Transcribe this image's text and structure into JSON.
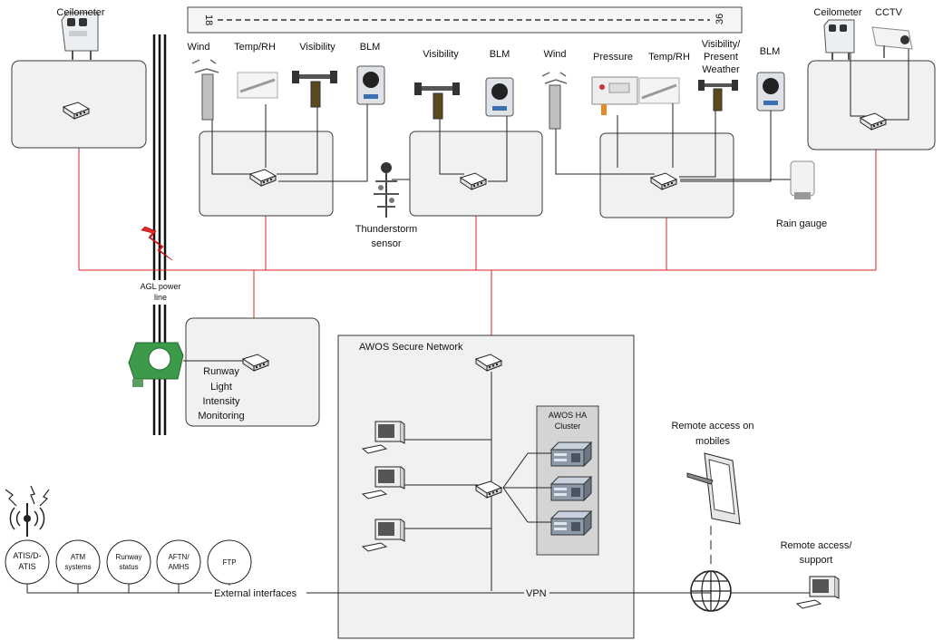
{
  "runway": {
    "left_number": "18",
    "right_number": "36"
  },
  "sensor_labels": {
    "ceilometer_left": "Ceilometer",
    "wind_1": "Wind",
    "temp_rh_1": "Temp/RH",
    "visibility_1": "Visibility",
    "blm_1": "BLM",
    "visibility_2": "Visibility",
    "blm_2": "BLM",
    "wind_2": "Wind",
    "pressure": "Pressure",
    "temp_rh_2": "Temp/RH",
    "vis_pw_line1": "Visibility/",
    "vis_pw_line2": "Present",
    "vis_pw_line3": "Weather",
    "blm_3": "BLM",
    "ceilometer_right": "Ceilometer",
    "cctv": "CCTV",
    "thunder_line1": "Thunderstorm",
    "thunder_line2": "sensor",
    "rain_gauge": "Rain gauge"
  },
  "power": {
    "line1": "AGL power",
    "line2": "line"
  },
  "rlim": {
    "line1": "Runway",
    "line2": "Light",
    "line3": "Intensity",
    "line4": "Monitoring"
  },
  "network": {
    "title": "AWOS Secure Network",
    "cluster_line1": "AWOS HA",
    "cluster_line2": "Cluster"
  },
  "remote": {
    "mobile_line1": "Remote access on",
    "mobile_line2": "mobiles",
    "support_line1": "Remote access/",
    "support_line2": "support",
    "vpn": "VPN"
  },
  "interfaces": {
    "label": "External interfaces",
    "atis_line1": "ATIS/D-",
    "atis_line2": "ATIS",
    "atm_line1": "ATM",
    "atm_line2": "systems",
    "runway_line1": "Runway",
    "runway_line2": "status",
    "aftn_line1": "AFTN/",
    "aftn_line2": "AMHS",
    "ftp": "FTP"
  },
  "colors": {
    "data_link": "#d8232a",
    "box_fill": "#f1f1f1",
    "cluster_fill": "#d4d4d4"
  }
}
